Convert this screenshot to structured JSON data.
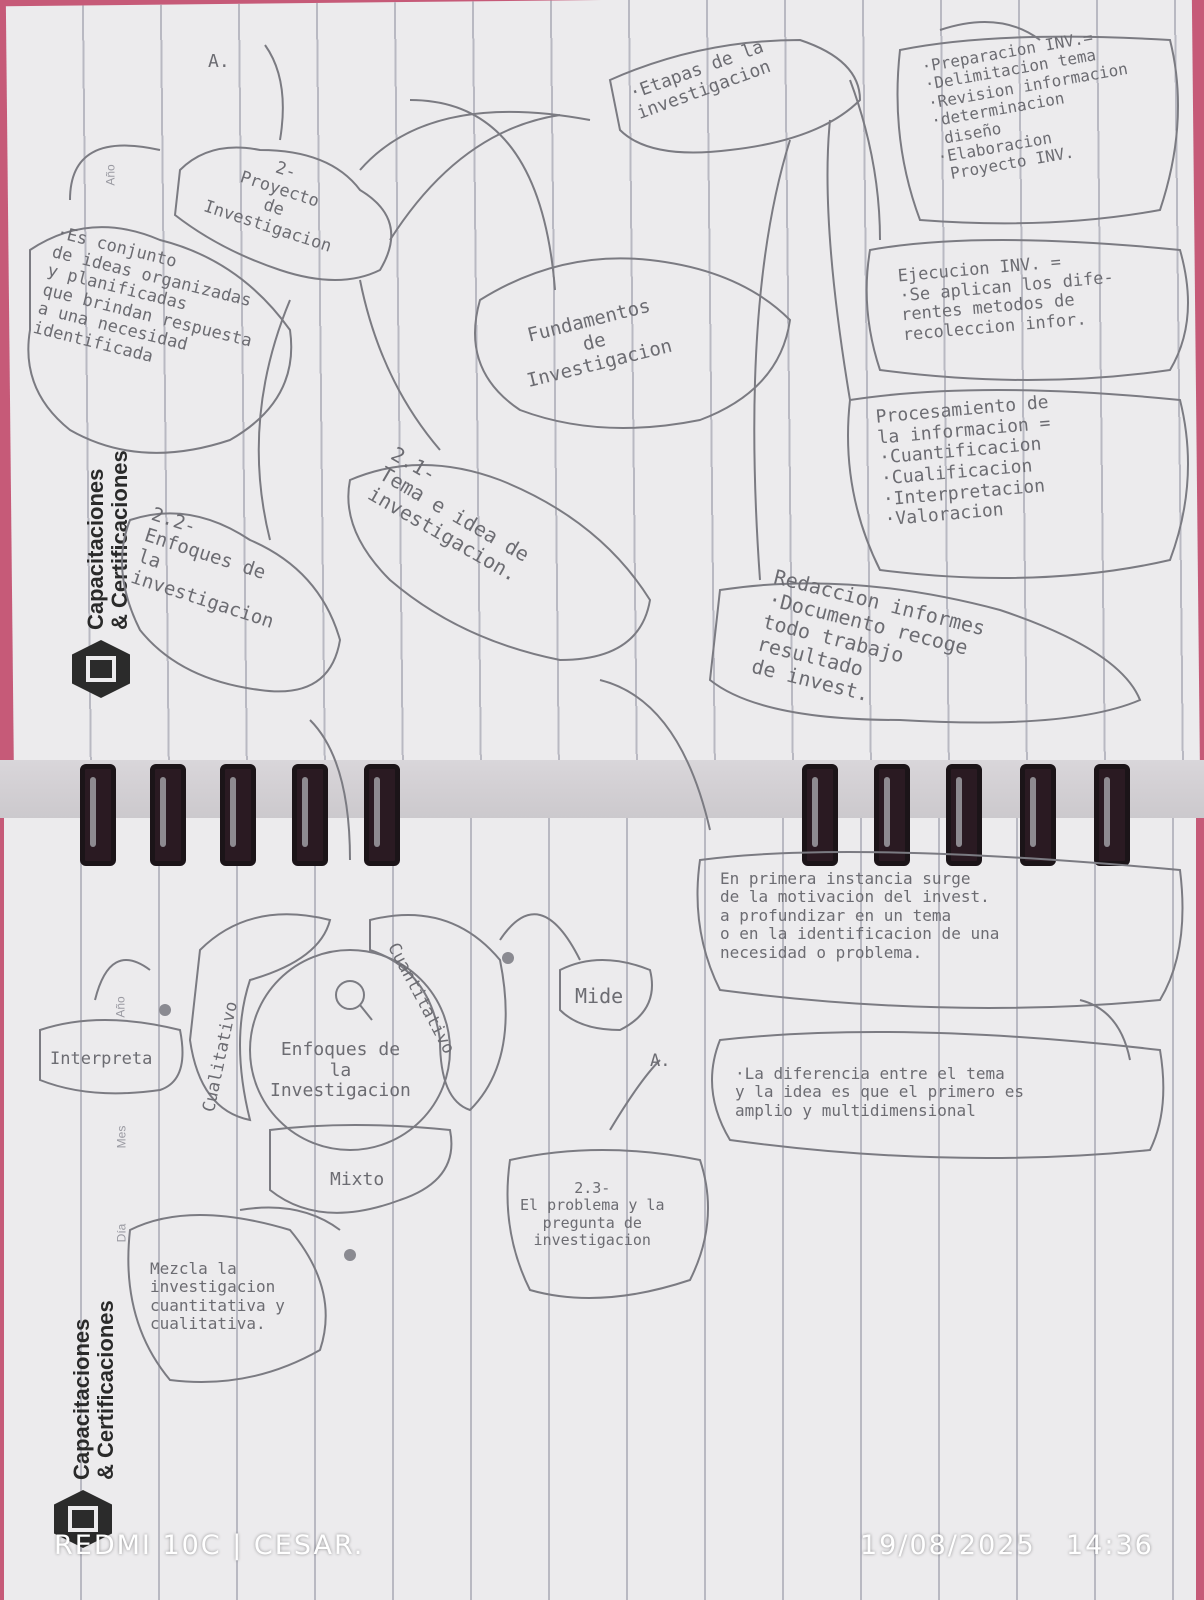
{
  "brand": {
    "line1": "Capacitaciones",
    "line2": "& Certificaciones"
  },
  "side_labels": {
    "year": "Año",
    "month": "Mes",
    "day": "Día"
  },
  "top_page": {
    "a_label": "A.",
    "proyecto": "2-\nProyecto\nde\nInvestigacion",
    "definicion": "·Es conjunto\nde ideas organizadas\ny planificadas\nque brindan respuesta\na una necesidad\nidentificada",
    "enfoques_22": "2.2-\nEnfoques de\nla\ninvestigacion",
    "tema_21": "2.1-\nTema e idea de\ninvestigacion.",
    "fundamentos": "Fundamentos\nde\nInvestigacion",
    "etapas": "·Etapas de la\ninvestigacion",
    "preparacion": "·Preparacion INV.=\n·Delimitacion tema\n·Revision informacion\n·determinacion\n diseño\n·Elaboracion\n Proyecto INV.",
    "ejecucion": "Ejecucion INV. =\n·Se aplican los dife-\nrentes metodos de\nrecoleccion infor.",
    "procesamiento": "Procesamiento de\nla informacion =\n·Cuantificacion\n·Cualificacion\n·Interpretacion\n·Valoracion",
    "redaccion": "Redaccion informes\n·Documento recoge\ntodo trabajo\nresultado\nde invest."
  },
  "bottom_page": {
    "center": "Enfoques de\nla\nInvestigacion",
    "cualitativo": "Cualitativo",
    "cuantitativo": "Cuantitativo",
    "mixto": "Mixto",
    "interpreta": "Interpreta",
    "mide": "Mide",
    "mezcla": "Mezcla la\ninvestigacion\ncuantitativa y\ncualitativa.",
    "problema_23": "2.3-\nEl problema y la\npregunta de\ninvestigacion",
    "a_label": "A.",
    "primera_instancia": "En primera instancia surge\nde la motivacion del invest.\na profundizar en un tema\no en la identificacion de una\nnecesidad o problema.",
    "diferencia": "·La diferencia entre el tema\ny la idea es que el primero es\namplio y multidimensional"
  },
  "stamp": {
    "left": "REDMI 10C | CESAR.",
    "date": "19/08/2025",
    "time": "14:36"
  }
}
